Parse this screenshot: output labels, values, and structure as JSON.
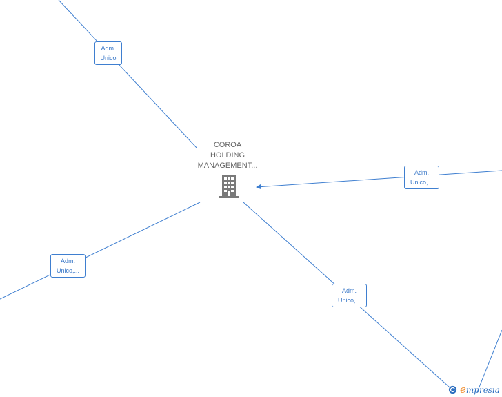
{
  "center_node": {
    "lines": [
      "COROA",
      "HOLDING",
      "MANAGEMENT..."
    ],
    "icon": "building-icon"
  },
  "relations": [
    {
      "lines": [
        "Adm.",
        "Unico"
      ]
    },
    {
      "lines": [
        "Adm.",
        "Unico,..."
      ]
    },
    {
      "lines": [
        "Adm.",
        "Unico,..."
      ]
    },
    {
      "lines": [
        "Adm.",
        "Unico,..."
      ]
    }
  ],
  "brand": {
    "first_letter": "e",
    "rest": "mpresia",
    "icon": "copyright-icon",
    "accent_color": "#f08c2c",
    "brand_color": "#2d6fc0"
  },
  "colors": {
    "edge": "#3f7fd0",
    "label_text": "#3a78c8",
    "node_text": "#666666",
    "icon": "#7a7a7a"
  }
}
